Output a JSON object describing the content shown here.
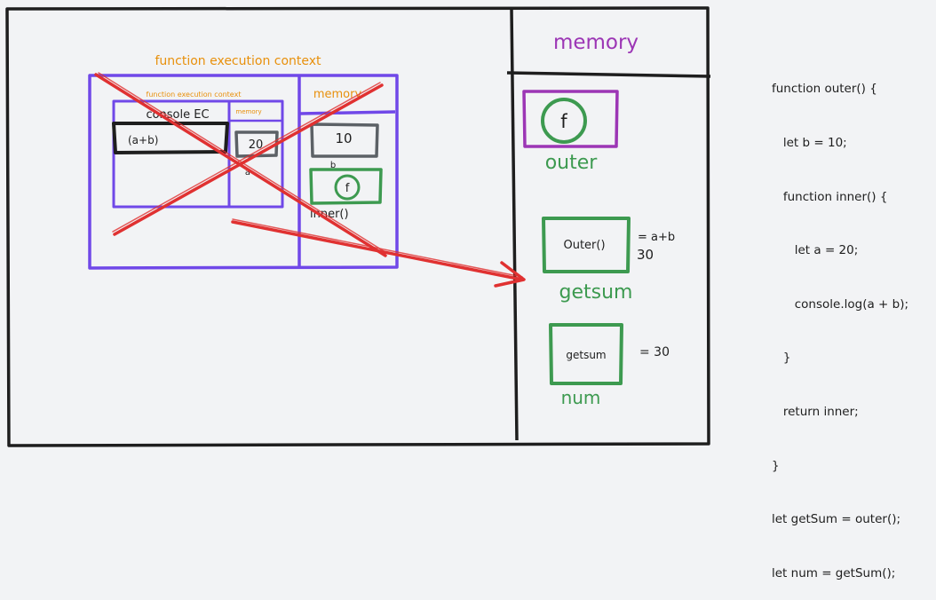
{
  "labels": {
    "fec_outer": "function execution context",
    "fec_inner": "function execution context",
    "console_ec": "console EC",
    "expr_ab": "(a+b)",
    "memory_small": "memory",
    "memory_inner": "memory",
    "memory_main": "memory",
    "val_20": "20",
    "var_a": "a",
    "val_10": "10",
    "var_b": "b",
    "func_f_inner": "f",
    "inner_label": "inner()",
    "func_f_outer": "f",
    "outer_label": "outer",
    "getsum_box": "Outer()",
    "getsum_expr": "= a+b",
    "getsum_value": "30",
    "getsum_label": "getsum",
    "num_box": "getsum",
    "num_expr": "= 30",
    "num_label": "num"
  },
  "code_lines": [
    "function outer() {",
    "   let b = 10;",
    "   function inner() {",
    "      let a = 20;",
    "      console.log(a + b);",
    "   }",
    "   return inner;",
    "}",
    "let getSum = outer();",
    "let num = getSum();"
  ],
  "colors": {
    "black": "#1e1e1e",
    "orange": "#e8900c",
    "purple": "#7048e8",
    "memory_purple": "#9c36b5",
    "green": "#3d9a50",
    "gray": "#5c6166",
    "red": "#e03131"
  }
}
